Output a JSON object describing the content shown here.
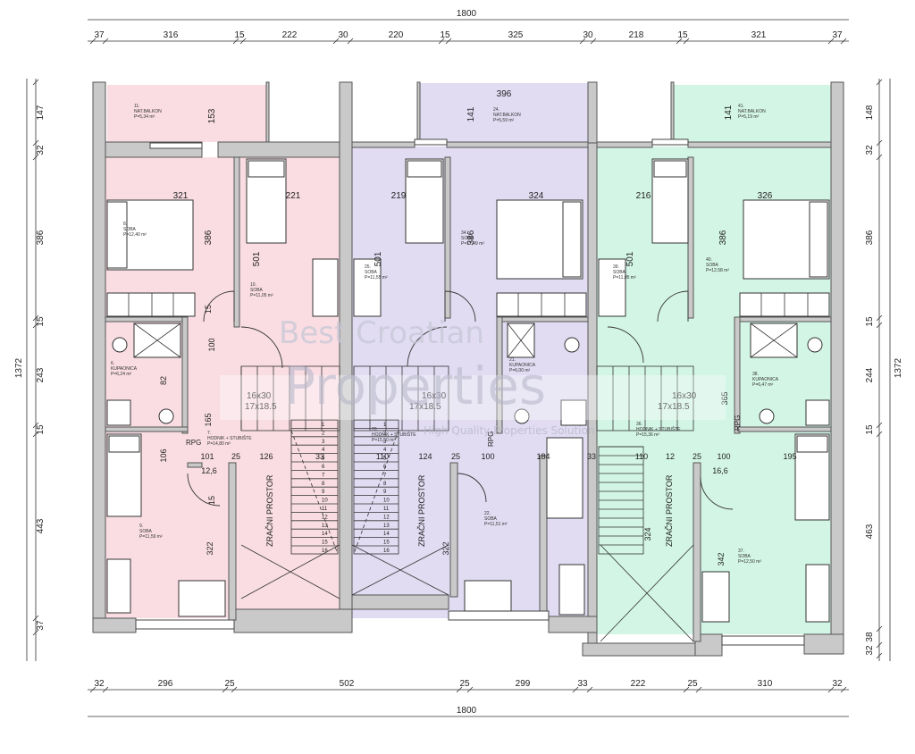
{
  "dimensions": {
    "overall_top": "1800",
    "overall_bottom": "1800",
    "overall_left": "1372",
    "overall_right": "1372",
    "top_segments": [
      "37",
      "316",
      "15",
      "222",
      "30",
      "220",
      "15",
      "325",
      "30",
      "218",
      "15",
      "321",
      "37"
    ],
    "bottom_segments": [
      "32",
      "296",
      "25",
      "502",
      "25",
      "299",
      "33",
      "222",
      "25",
      "310",
      "32"
    ],
    "left_segments": [
      "147",
      "32",
      "386",
      "15",
      "243",
      "15",
      "443",
      "37"
    ],
    "right_segments": [
      "148",
      "32",
      "386",
      "15",
      "244",
      "15",
      "463",
      "38",
      "32"
    ]
  },
  "interior_dims": {
    "balcony_width_unit2": "396",
    "room_widths": [
      "321",
      "221",
      "219",
      "324",
      "216",
      "326"
    ],
    "room_depths": [
      "386",
      "501",
      "501",
      "386",
      "501",
      "386"
    ],
    "balcony_depths": [
      "153",
      "141",
      "141"
    ],
    "misc": [
      "15",
      "100",
      "82",
      "165",
      "106",
      "101",
      "25",
      "126",
      "33",
      "110",
      "124",
      "25",
      "100",
      "184",
      "33",
      "110",
      "12",
      "25",
      "100",
      "195",
      "15",
      "322",
      "322",
      "324",
      "365",
      "342",
      "12,6",
      "16,6"
    ],
    "stair_labels": [
      "16x30",
      "17x18.5",
      "16x30",
      "17x18.5",
      "16x30",
      "17x18.5"
    ],
    "rpg": [
      "RPG",
      "RPG",
      "RPG"
    ]
  },
  "rooms": [
    {
      "num": "11.",
      "name": "NAT.BALKON",
      "area": "P=5,34 m²"
    },
    {
      "num": "8.",
      "name": "SOBA",
      "area": "P=12,40 m²"
    },
    {
      "num": "10.",
      "name": "SOBA",
      "area": "P=11,05 m²"
    },
    {
      "num": "6.",
      "name": "KUPAONICA",
      "area": "P=6,24 m²"
    },
    {
      "num": "7.",
      "name": "HODNIK + STUBIŠTE",
      "area": "P=14,80 m²"
    },
    {
      "num": "9.",
      "name": "SOBA",
      "area": "P=11,59 m²"
    },
    {
      "num": "24.",
      "name": "NAT.BALKON",
      "area": "P=5,59 m²"
    },
    {
      "num": "25.",
      "name": "SOBA",
      "area": "P=11,55 m²"
    },
    {
      "num": "34.",
      "name": "SOBA",
      "area": "P=12,49 m²"
    },
    {
      "num": "21.",
      "name": "KUPAONICA",
      "area": "P=6,00 m²"
    },
    {
      "num": "20.",
      "name": "HODNIK + STUBIŠTE",
      "area": "P=15,50 m²"
    },
    {
      "num": "22.",
      "name": "SOBA",
      "area": "P=11,51 m²"
    },
    {
      "num": "41.",
      "name": "NAT.BALKON",
      "area": "P=5,19 m²"
    },
    {
      "num": "39.",
      "name": "SOBA",
      "area": "P=11,05 m²"
    },
    {
      "num": "40.",
      "name": "SOBA",
      "area": "P=12,58 m²"
    },
    {
      "num": "38.",
      "name": "KUPAONICA",
      "area": "P=6,47 m²"
    },
    {
      "num": "36.",
      "name": "HODNIK + STUBIŠTE",
      "area": "P=15,36 m²"
    },
    {
      "num": "37.",
      "name": "SOBA",
      "area": "P=12,50 m²"
    }
  ],
  "voids": [
    "ZRAČNI PROSTOR",
    "ZRAČNI PROSTOR",
    "ZRAČNI PROSTOR"
  ],
  "stairs": [
    [
      "1",
      "2",
      "3",
      "4",
      "5",
      "6",
      "7",
      "8",
      "9",
      "10",
      "11",
      "12",
      "13",
      "14",
      "15",
      "16"
    ],
    [
      "1",
      "2",
      "3",
      "4",
      "5",
      "6",
      "7",
      "8",
      "9",
      "10",
      "11",
      "12",
      "13",
      "14",
      "15",
      "16"
    ]
  ],
  "watermark": {
    "line1": "Best Croatian",
    "line2": "Properties",
    "line3": "High Quality Properties Solution"
  },
  "colors": {
    "unit1": "#f9dde3",
    "unit2": "#e1dcf2",
    "unit3": "#d3f5e6",
    "wall": "#8a8a8a",
    "wall_fill": "#c9c9c9",
    "line": "#333333"
  }
}
